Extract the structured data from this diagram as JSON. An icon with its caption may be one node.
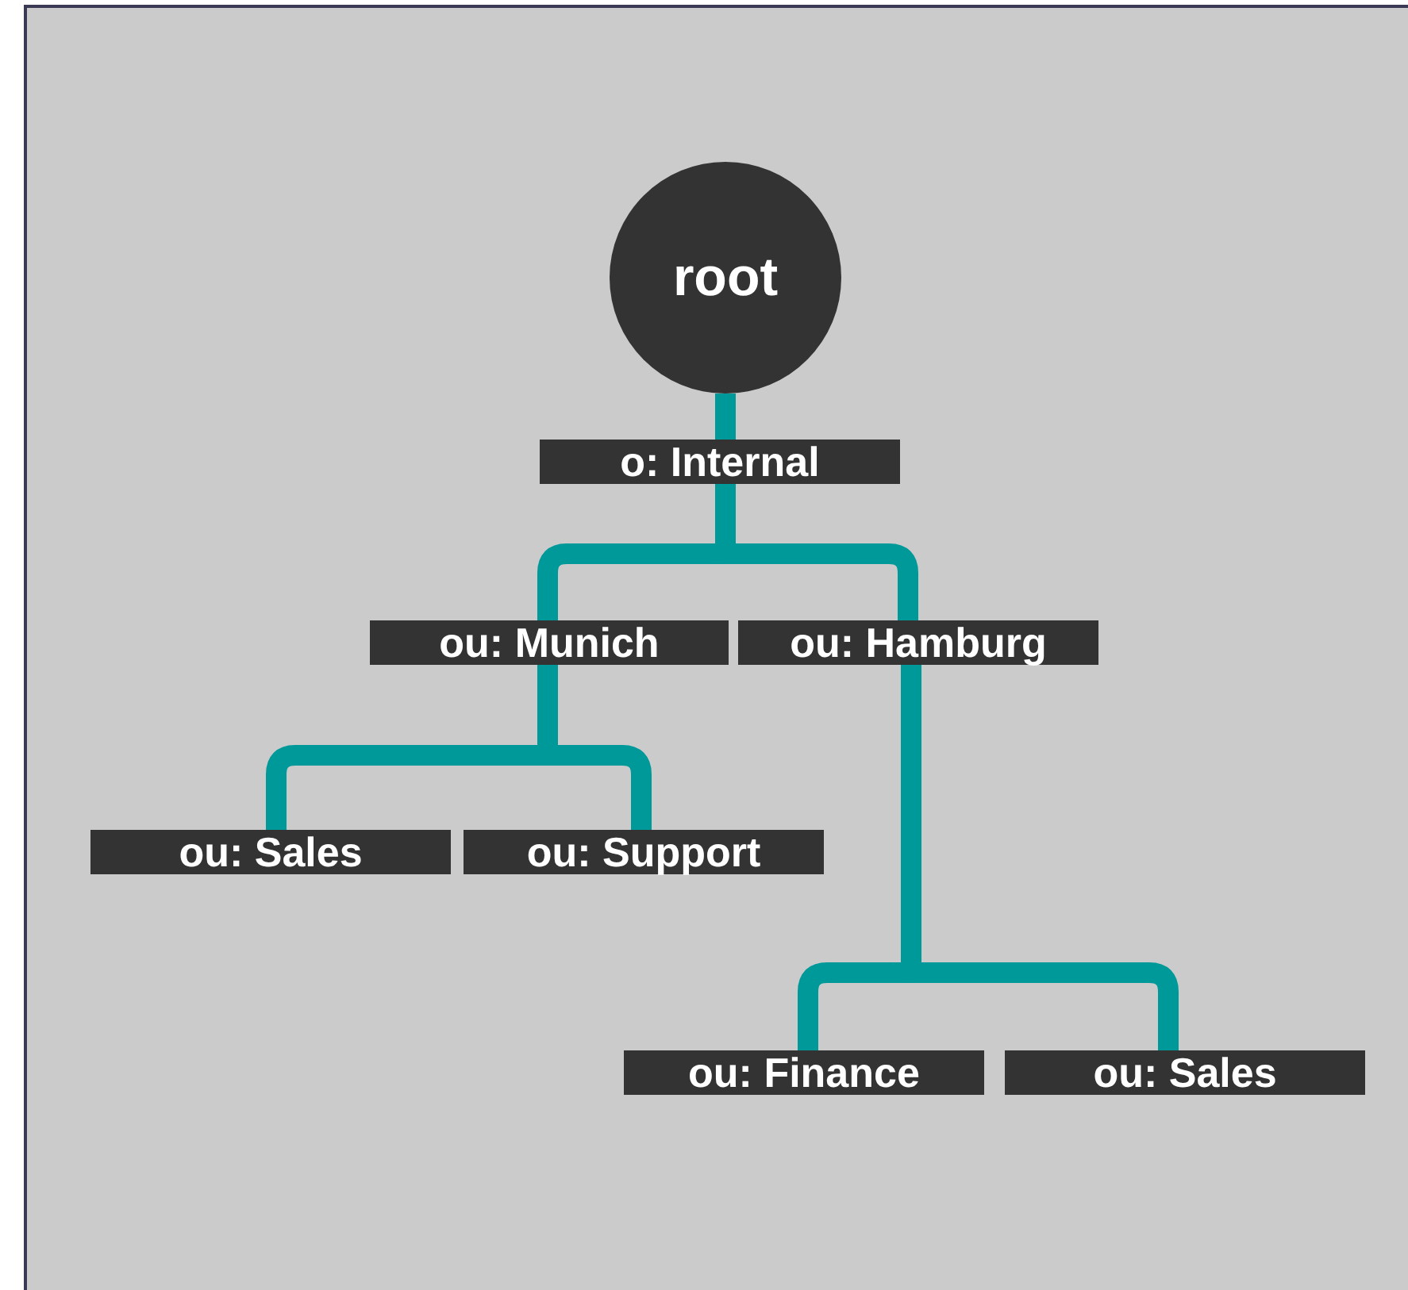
{
  "diagram": {
    "nodes": [
      {
        "text": [
          "root"
        ]
      },
      {
        "text": [
          "o: Internal"
        ]
      },
      {
        "text": [
          "ou: Munich"
        ]
      },
      {
        "text": [
          "ou: Hamburg"
        ]
      },
      {
        "text": [
          "ou: Sales"
        ]
      },
      {
        "text": [
          "ou: Support"
        ]
      },
      {
        "text": [
          "ou: Finance"
        ]
      },
      {
        "text": [
          "ou: Sales"
        ]
      }
    ],
    "edges": [
      {
        "from": 0,
        "to": 1,
        "arrow": "none"
      },
      {
        "from": 1,
        "to": 2,
        "arrow": "none"
      },
      {
        "from": 1,
        "to": 3,
        "arrow": "none"
      },
      {
        "from": 2,
        "to": 4,
        "arrow": "none"
      },
      {
        "from": 2,
        "to": 5,
        "arrow": "none"
      },
      {
        "from": 3,
        "to": 6,
        "arrow": "none"
      },
      {
        "from": 3,
        "to": 7,
        "arrow": "none"
      }
    ]
  }
}
